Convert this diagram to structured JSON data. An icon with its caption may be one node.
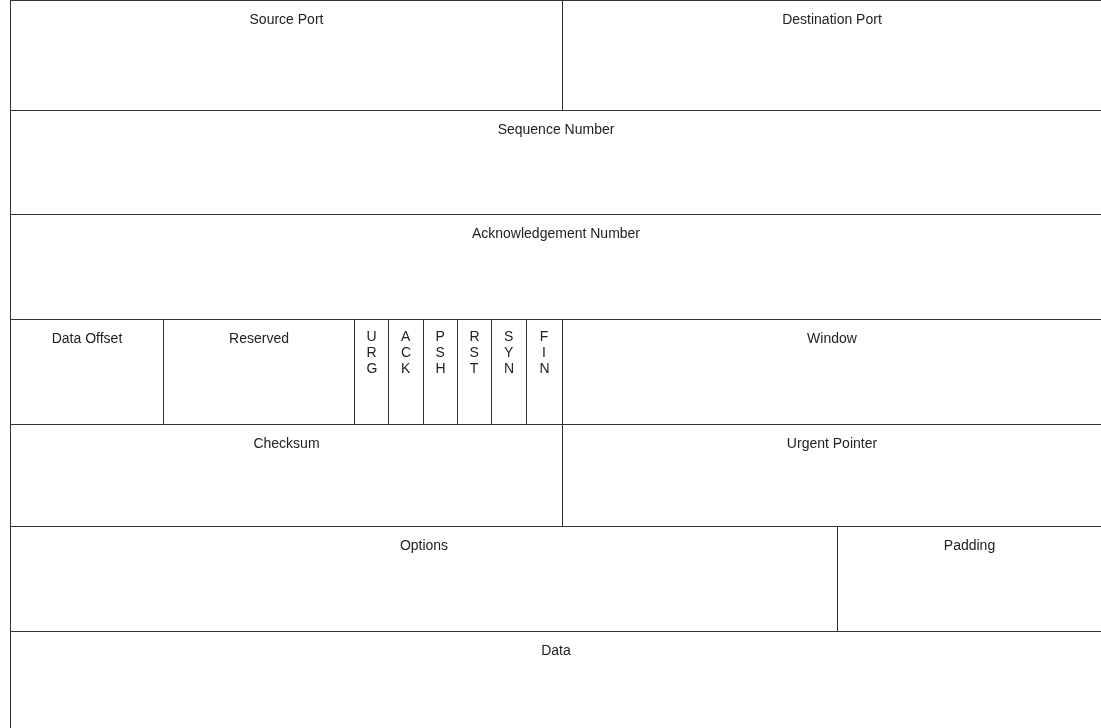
{
  "diagram": {
    "nodes": [
      {
        "text": [
          "Source Port"
        ]
      },
      {
        "text": [
          "Destination Port"
        ]
      },
      {
        "text": [
          "Sequence Number"
        ]
      },
      {
        "text": [
          "Acknowledgement Number"
        ]
      },
      {
        "text": [
          "Data Offset"
        ]
      },
      {
        "text": [
          "Reserved"
        ]
      },
      {
        "text": [
          "URG"
        ]
      },
      {
        "text": [
          "ACK"
        ]
      },
      {
        "text": [
          "PSH"
        ]
      },
      {
        "text": [
          "RST"
        ]
      },
      {
        "text": [
          "SYN"
        ]
      },
      {
        "text": [
          "FIN"
        ]
      },
      {
        "text": [
          "Window"
        ]
      },
      {
        "text": [
          "Checksum"
        ]
      },
      {
        "text": [
          "Urgent Pointer"
        ]
      },
      {
        "text": [
          "Options"
        ]
      },
      {
        "text": [
          "Padding"
        ]
      },
      {
        "text": [
          "Data"
        ]
      }
    ],
    "edges": []
  }
}
